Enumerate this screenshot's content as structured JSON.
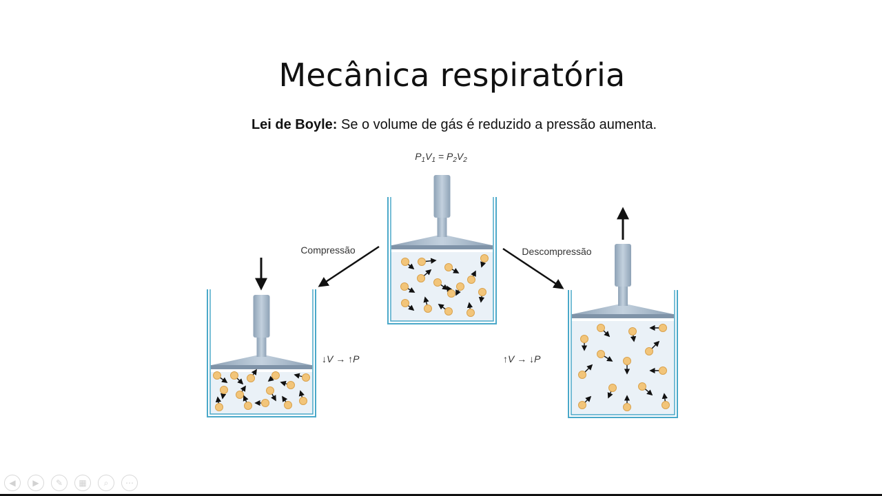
{
  "slide": {
    "title": "Mecânica respiratória",
    "law_label": "Lei de Boyle:",
    "law_text": " Se o volume de gás é reduzido a pressão aumenta."
  },
  "diagram": {
    "formula": "P1V1 = P2V2",
    "left_arrow_label": "Compressão",
    "right_arrow_label": "Descompressão",
    "compression_relation": "↓V → ↑P",
    "decompression_relation": "↑V → ↓P",
    "colors": {
      "container": "#4aa8c9",
      "gas_fill": "#eaf1f7",
      "piston": "#a7b9cc",
      "molecule": "#f2c57a",
      "arrow": "#111111"
    }
  },
  "navigation": {
    "icons": [
      "prev-icon",
      "next-icon",
      "pen-icon",
      "slides-icon",
      "zoom-icon",
      "more-icon"
    ]
  }
}
